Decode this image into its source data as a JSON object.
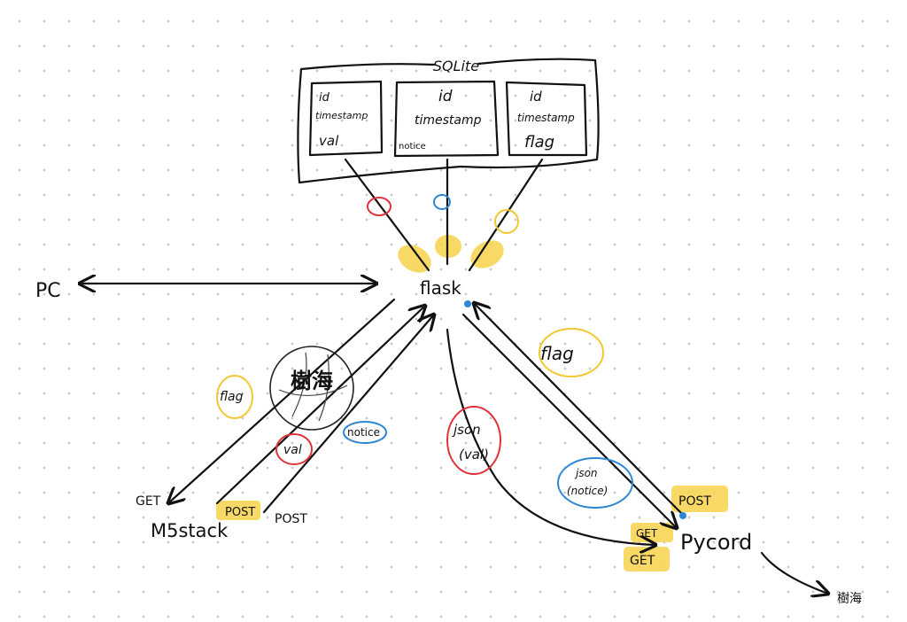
{
  "sqlite": {
    "title": "SQLite",
    "tables": [
      {
        "fields": [
          "id",
          "timestamp",
          "val"
        ]
      },
      {
        "fields": [
          "id",
          "timestamp",
          "notice"
        ]
      },
      {
        "fields": [
          "id",
          "timestamp",
          "flag"
        ]
      }
    ]
  },
  "nodes": {
    "pc": "PC",
    "flask": "flask",
    "m5stack": "M5stack",
    "pycord": "Pycord",
    "jukai_globe": "樹海",
    "jukai_out": "樹海"
  },
  "labels": {
    "m5_flag": "flag",
    "m5_val": "val",
    "m5_notice": "notice",
    "m5_get": "GET",
    "m5_post1": "POST",
    "m5_post2": "POST",
    "py_flag": "flag",
    "py_json_val_1": "json",
    "py_json_val_2": "(val)",
    "py_json_notice_1": "json",
    "py_json_notice_2": "(notice)",
    "py_post": "POST",
    "py_get1": "GET",
    "py_get2": "GET"
  },
  "colors": {
    "red": "#e0333a",
    "blue": "#2d86d6",
    "yellow": "#f2c832",
    "highlight": "#f7d24a"
  }
}
